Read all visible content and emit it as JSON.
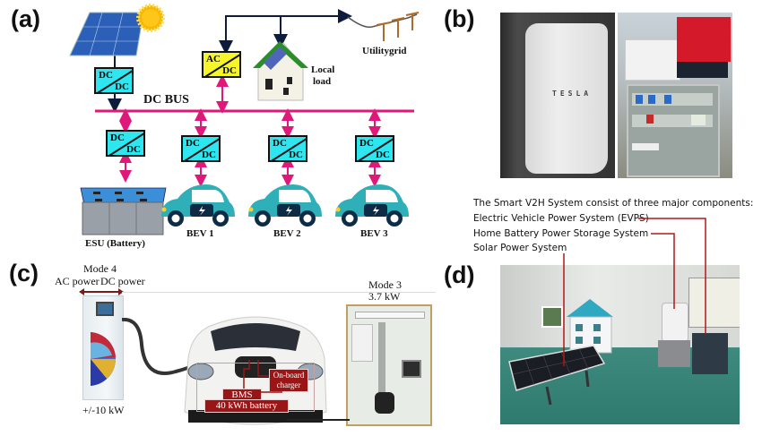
{
  "panels": {
    "a": {
      "label": "(a)",
      "bus_label": "DC BUS",
      "converters": {
        "pv": {
          "top": "DC",
          "bottom": "DC"
        },
        "grid": {
          "top": "AC",
          "bottom": "DC"
        },
        "esu": {
          "top": "DC",
          "bottom": "DC"
        },
        "bev1": {
          "top": "DC",
          "bottom": "DC"
        },
        "bev2": {
          "top": "DC",
          "bottom": "DC"
        },
        "bev3": {
          "top": "DC",
          "bottom": "DC"
        }
      },
      "local_load_line1": "Local",
      "local_load_line2": "load",
      "utility_grid": "Utilitygrid",
      "esu_label": "ESU (Battery)",
      "bev_labels": [
        "BEV 1",
        "BEV 2",
        "BEV 3"
      ],
      "colors": {
        "bus": "#e0187a",
        "converter": "#2de6f0",
        "acdc": "#f5f52a",
        "arrow_dark": "#0d1b3d",
        "car": "#2fb0b8"
      }
    },
    "b": {
      "label": "(b)",
      "tesla_text": "TESLA"
    },
    "c": {
      "label": "(c)",
      "mode4": "Mode 4",
      "ac_power": "AC power",
      "dc_power": "DC power",
      "charger_power": "+/-10 kW",
      "mode3": "Mode 3",
      "mode3_power": "3.7 kW",
      "onboard_charger_line1": "On-board",
      "onboard_charger_line2": "charger",
      "bms": "BMS",
      "battery": "40 kWh battery",
      "colors": {
        "box": "#9a1616"
      }
    },
    "d": {
      "label": "(d)",
      "intro": "The Smart V2H System consist of three major components:",
      "components": [
        "Electric Vehicle Power System (EVPS)",
        "Home Battery Power Storage System",
        "Solar Power System"
      ],
      "colors": {
        "leader": "#b01818"
      }
    }
  }
}
